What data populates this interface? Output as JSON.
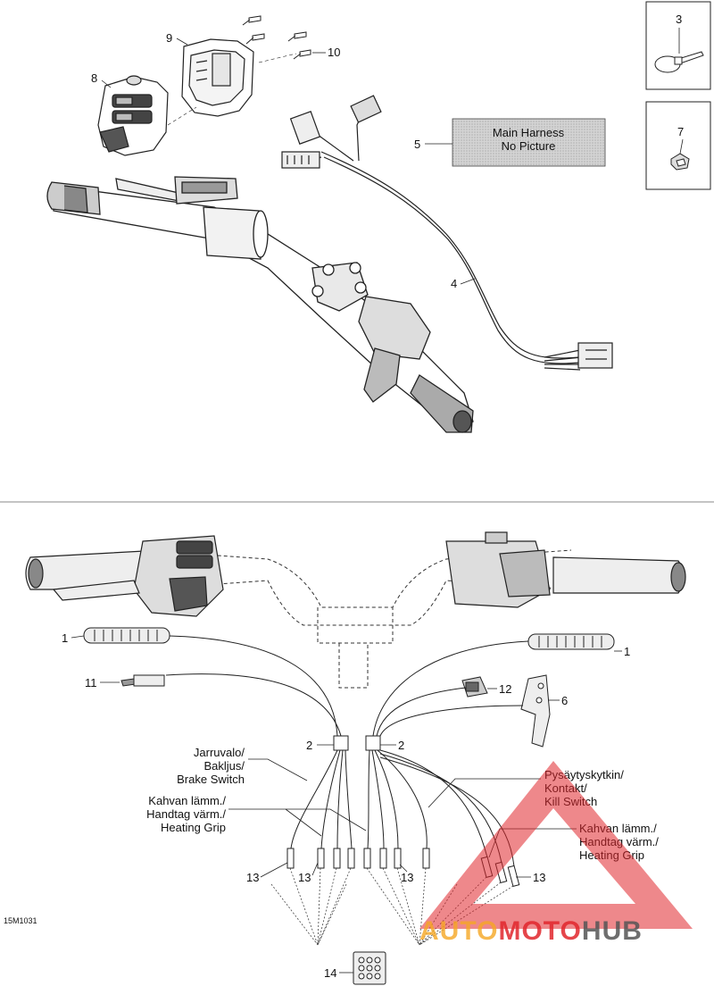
{
  "diagram_code": "15M1031",
  "callouts": {
    "n1a": "1",
    "n1b": "1",
    "n2a": "2",
    "n2b": "2",
    "n3": "3",
    "n4": "4",
    "n5": "5",
    "n6": "6",
    "n7": "7",
    "n8": "8",
    "n9": "9",
    "n10": "10",
    "n11": "11",
    "n12": "12",
    "n13a": "13",
    "n13b": "13",
    "n13c": "13",
    "n13d": "13",
    "n14": "14"
  },
  "main_harness": {
    "line1": "Main Harness",
    "line2": "No Picture"
  },
  "labels": {
    "brake": [
      "Jarruvalo/",
      "Bakljus/",
      "Brake Switch"
    ],
    "heat_left": [
      "Kahvan lämm./",
      "Handtag värm./",
      "Heating Grip"
    ],
    "kill": [
      "Pysäytyskytkin/",
      "Kontakt/",
      "Kill Switch"
    ],
    "heat_right": [
      "Kahvan lämm./",
      "Handtag värm./",
      "Heating Grip"
    ]
  },
  "watermark": {
    "part1": "AUTO",
    "part2": "MOTO",
    "part3": "HUB"
  },
  "colors": {
    "watermark_orange": "#f5a623",
    "watermark_red": "#e0262b",
    "watermark_grey": "#555555",
    "harness_box": "#c9c9c9"
  }
}
